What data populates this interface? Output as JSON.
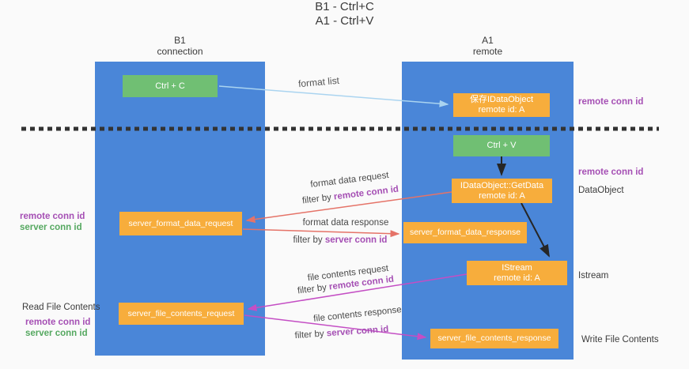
{
  "title": {
    "line1": "B1 - Ctrl+C",
    "line2": "A1 - Ctrl+V"
  },
  "columns": {
    "left": {
      "name": "B1",
      "subtitle": "connection"
    },
    "right": {
      "name": "A1",
      "subtitle": "remote"
    }
  },
  "boxes": {
    "ctrl_c": "Ctrl + C",
    "save_idataobject": {
      "line1": "保存IDataObject",
      "line2": "remote id: A"
    },
    "ctrl_v": "Ctrl + V",
    "getdata": {
      "line1": "IDataObject::GetData",
      "line2": "remote id: A"
    },
    "server_format_data_request": "server_format_data_request",
    "server_format_data_response": "server_format_data_response",
    "istream": {
      "line1": "IStream",
      "line2": "remote id: A"
    },
    "server_file_contents_request": "server_file_contents_request",
    "server_file_contents_response": "server_file_contents_response"
  },
  "side_labels": {
    "remote_conn_id": "remote conn id",
    "server_conn_id": "server conn id",
    "dataobject": "DataObject",
    "istream": "Istream",
    "read_file_contents": "Read File Contents",
    "write_file_contents": "Write File Contents"
  },
  "flow_labels": {
    "format_list": "format list",
    "format_data_request": "format data request",
    "format_data_response": "format data response",
    "file_contents_request": "file contents request",
    "file_contents_response": "file contents response",
    "filter_by": "filter by ",
    "remote_conn_id": "remote conn id",
    "server_conn_id": "server conn id"
  },
  "colors": {
    "lifeline_blue": "#4a86d8",
    "box_orange": "#f7ad3c",
    "box_green": "#70bf73",
    "arrow_light_blue": "#aad4f0",
    "arrow_red": "#e57368",
    "arrow_magenta": "#c44ec4",
    "arrow_black": "#262626",
    "purple_text": "#a54fb4",
    "green_text": "#55a860",
    "divider_dash": "#333333",
    "background": "#fafafa"
  }
}
